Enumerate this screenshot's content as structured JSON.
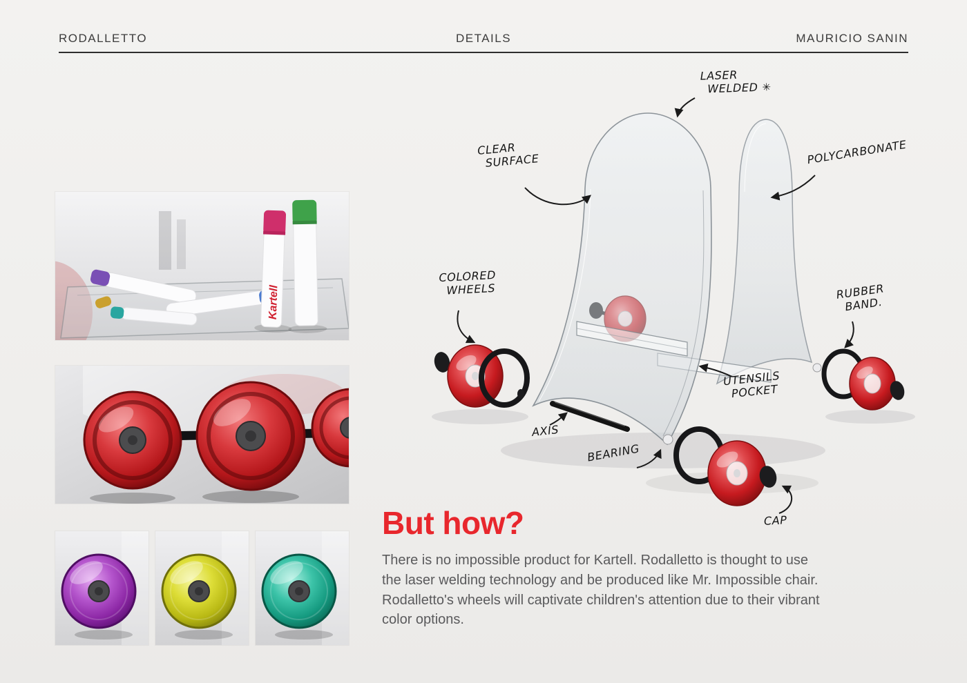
{
  "header": {
    "project": "RODALLETTO",
    "section": "DETAILS",
    "author": "MAURICIO SANIN"
  },
  "diagram": {
    "labels": {
      "laser_welded": [
        "LASER",
        "WELDED"
      ],
      "clear_surface": [
        "CLEAR",
        "SURFACE"
      ],
      "polycarbonate": [
        "POLYCARBONATE"
      ],
      "colored_wheels": [
        "COLORED",
        "WHEELS"
      ],
      "rubber_band": [
        "RUBBER",
        "BAND."
      ],
      "utensils_pocket": [
        "UTENSILS",
        "POCKET"
      ],
      "axis": [
        "AXIS"
      ],
      "bearing": [
        "BEARING"
      ],
      "cap": [
        "CAP"
      ]
    },
    "icons": {
      "weld_spark": "✳"
    }
  },
  "photos": {
    "marker_brand": "Kartell"
  },
  "content": {
    "heading": "But how?",
    "body": "There is no impossible product for Kartell. Rodalletto is thought to use the laser welding technology and be produced like Mr. Impossible chair. Rodalletto's wheels will captivate children's attention due to their vibrant color options."
  },
  "colors": {
    "accent_red": "#e8272d",
    "wheel_red": "#c61a1f",
    "wheel_purple": "#8c27a5",
    "wheel_yellow": "#b9b914",
    "wheel_teal": "#159a80",
    "ink": "#1a1a1a"
  }
}
